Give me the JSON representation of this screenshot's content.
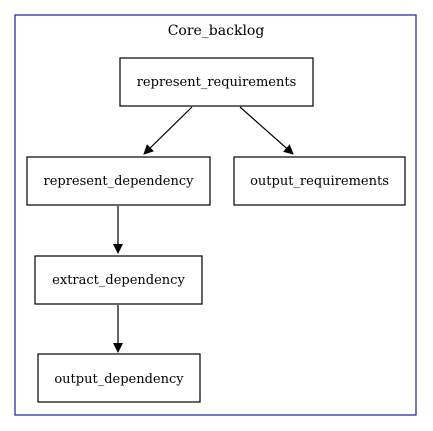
{
  "cluster": {
    "title": "Core_backlog",
    "border_color": "#1a1aa6"
  },
  "nodes": {
    "represent_requirements": "represent_requirements",
    "represent_dependency": "represent_dependency",
    "output_requirements": "output_requirements",
    "extract_dependency": "extract_dependency",
    "output_dependency": "output_dependency"
  },
  "edges": [
    {
      "from": "represent_requirements",
      "to": "represent_dependency"
    },
    {
      "from": "represent_requirements",
      "to": "output_requirements"
    },
    {
      "from": "represent_dependency",
      "to": "extract_dependency"
    },
    {
      "from": "extract_dependency",
      "to": "output_dependency"
    }
  ],
  "colors": {
    "node_border": "#000000",
    "edge": "#000000",
    "background": "#ffffff"
  }
}
